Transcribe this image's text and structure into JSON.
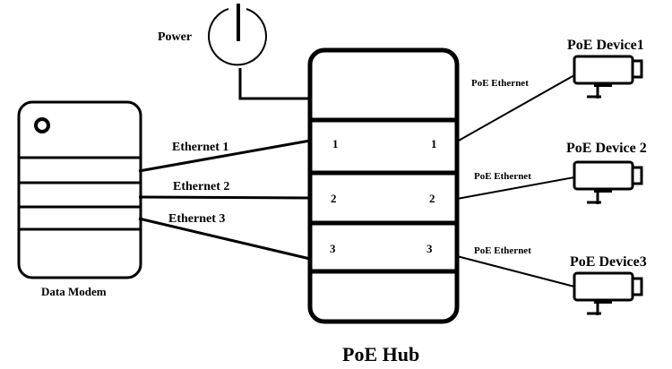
{
  "power_label": "Power",
  "modem": {
    "label": "Data Modem"
  },
  "hub": {
    "label": "PoE Hub",
    "ports_left": [
      "1",
      "2",
      "3"
    ],
    "ports_right": [
      "1",
      "2",
      "3"
    ]
  },
  "ethernet_links": [
    {
      "label": "Ethernet 1"
    },
    {
      "label": "Ethernet 2"
    },
    {
      "label": "Ethernet 3"
    }
  ],
  "poe_links": [
    {
      "label": "PoE Ethernet"
    },
    {
      "label": "PoE Ethernet"
    },
    {
      "label": "PoE Ethernet"
    }
  ],
  "devices": [
    {
      "label": "PoE Device1"
    },
    {
      "label": "PoE Device 2"
    },
    {
      "label": "PoE Device3"
    }
  ]
}
